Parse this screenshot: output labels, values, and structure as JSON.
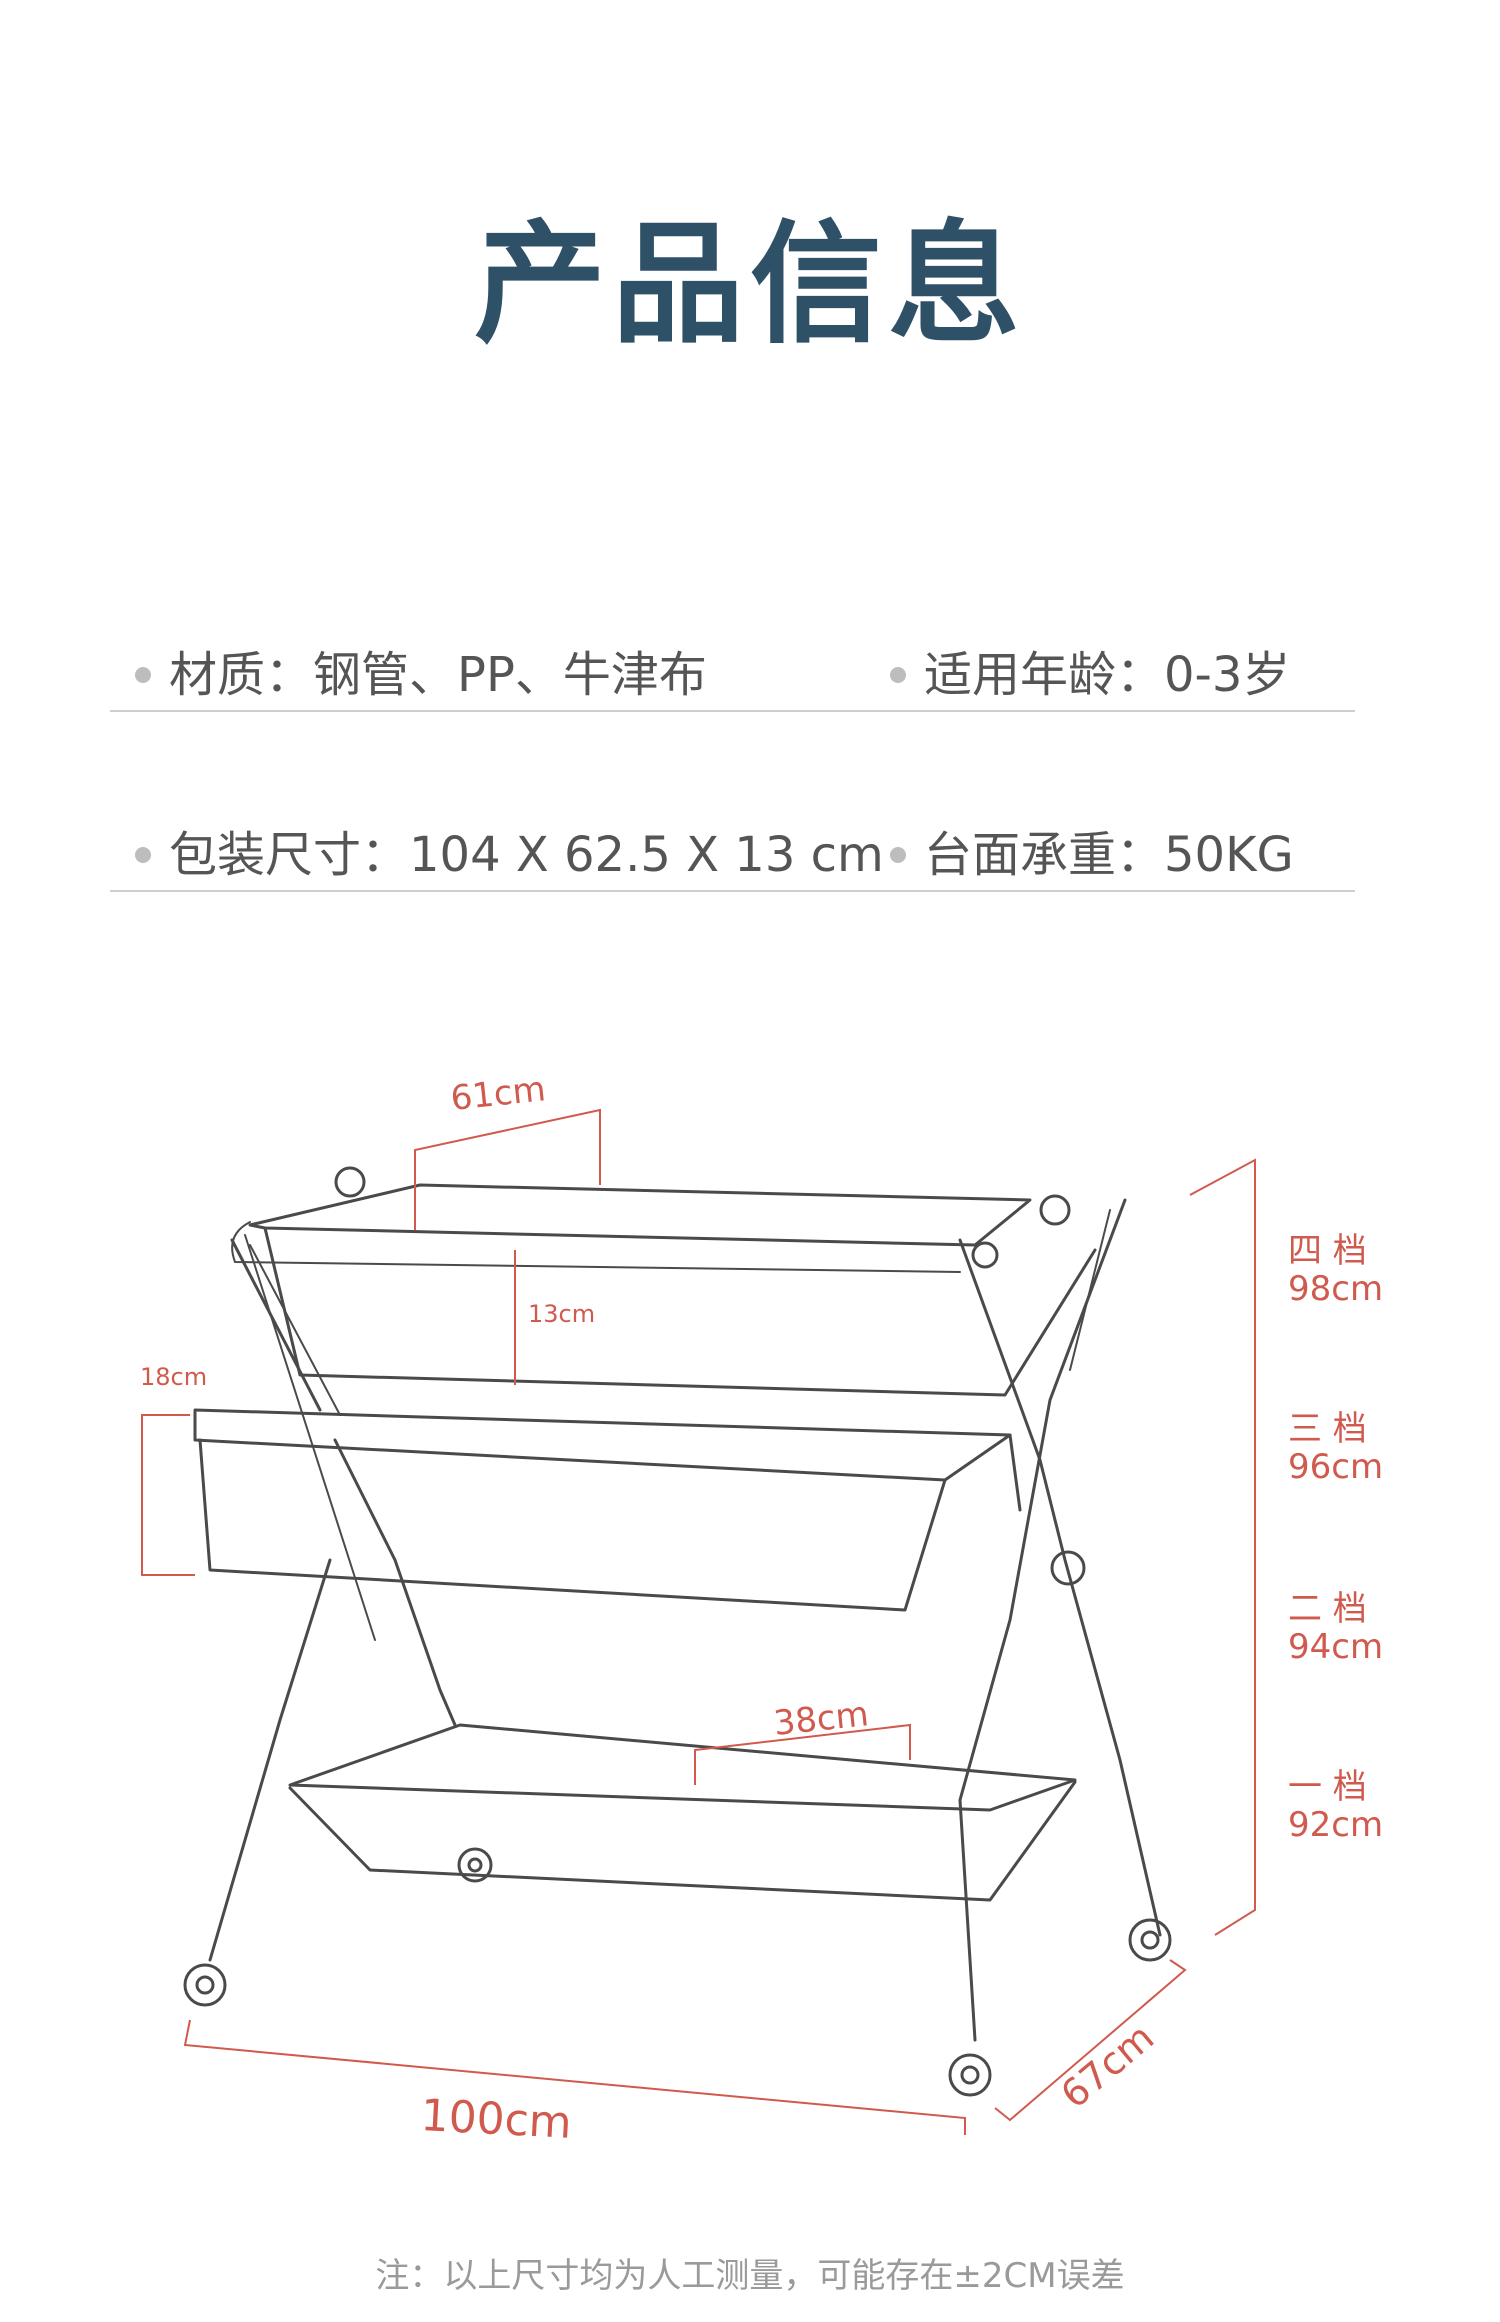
{
  "title": "产品信息",
  "specs": {
    "material": "材质：钢管、PP、牛津布",
    "age": "适用年龄：0-3岁",
    "package": "包装尺寸：104 X 62.5 X 13 cm",
    "load": "台面承重：50KG"
  },
  "dimensions": {
    "top_width": "61cm",
    "top_depth": "13cm",
    "basket_depth": "18cm",
    "bottom_width": "38cm",
    "length": "100cm",
    "depth": "67cm",
    "heights": [
      {
        "gear": "四 档",
        "value": "98cm"
      },
      {
        "gear": "三 档",
        "value": "96cm"
      },
      {
        "gear": "二 档",
        "value": "94cm"
      },
      {
        "gear": "一 档",
        "value": "92cm"
      }
    ]
  },
  "note": "注：以上尺寸均为人工测量，可能存在±2CM误差",
  "colors": {
    "title": "#2f5168",
    "dimension": "#d05a4e",
    "text": "#555555"
  }
}
